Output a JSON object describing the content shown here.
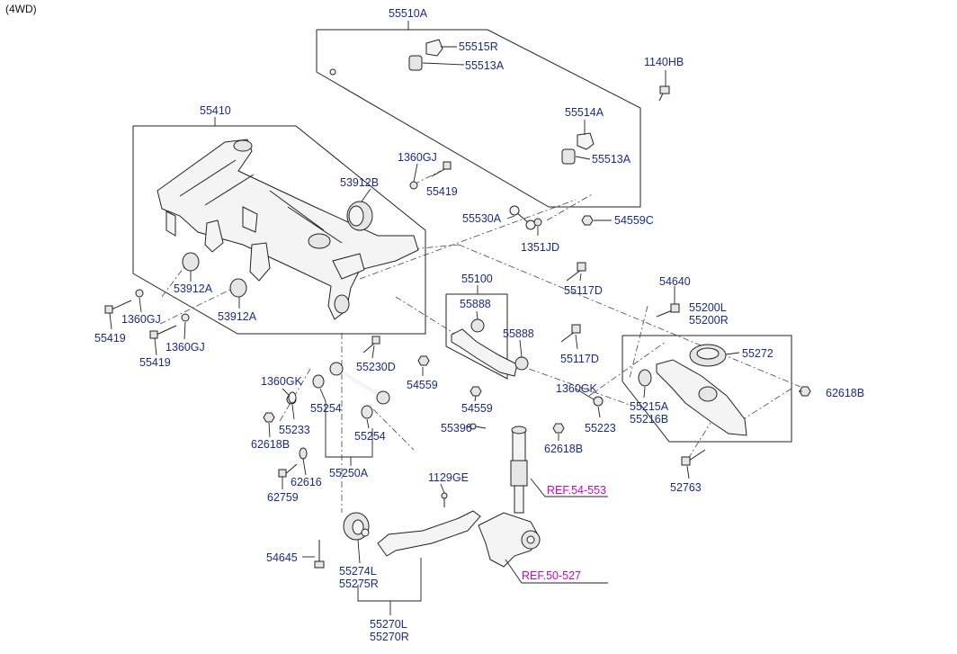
{
  "header": {
    "variant": "(4WD)"
  },
  "callouts": {
    "c55510A": "55510A",
    "c55515R": "55515R",
    "c55513A_top": "55513A",
    "c1140HB": "1140HB",
    "c55514A": "55514A",
    "c55513A_mid": "55513A",
    "c55410": "55410",
    "c1360GJ_top": "1360GJ",
    "c53912B": "53912B",
    "c55419_top": "55419",
    "c55530A": "55530A",
    "c1351JD": "1351JD",
    "c54559C": "54559C",
    "c53912A_a": "53912A",
    "c53912A_b": "53912A",
    "c1360GJ_left": "1360GJ",
    "c55419_left": "55419",
    "c55419_left2": "55419",
    "c1360GJ_left2": "1360GJ",
    "c55100": "55100",
    "c55888_a": "55888",
    "c55888_b": "55888",
    "c55117D_top": "55117D",
    "c54640": "54640",
    "c55200L": "55200L",
    "c55200R": "55200R",
    "c55272": "55272",
    "c55230D": "55230D",
    "c55117D_mid": "55117D",
    "c1360GK_left": "1360GK",
    "c54559_a": "54559",
    "c1360GK_mid": "1360GK",
    "c55215A": "55215A",
    "c55216B": "55216B",
    "c62618B_right": "62618B",
    "c55254_a": "55254",
    "c55233": "55233",
    "c54559_b": "54559",
    "c55223": "55223",
    "c62618B_left": "62618B",
    "c55254_b": "55254",
    "c55396": "55396",
    "c62618B_mid": "62618B",
    "c62616": "62616",
    "c55250A": "55250A",
    "c52763": "52763",
    "c62759": "62759",
    "c1129GE": "1129GE",
    "c54645": "54645",
    "c55274L": "55274L",
    "c55275R": "55275R",
    "c55270L": "55270L",
    "c55270R": "55270R"
  },
  "references": {
    "ref_54_553": "REF.54-553",
    "ref_50_527": "REF.50-527"
  },
  "colors": {
    "label": "#1a2a8c",
    "reference": "#d400c8",
    "line": "#222222",
    "background": "#ffffff"
  }
}
